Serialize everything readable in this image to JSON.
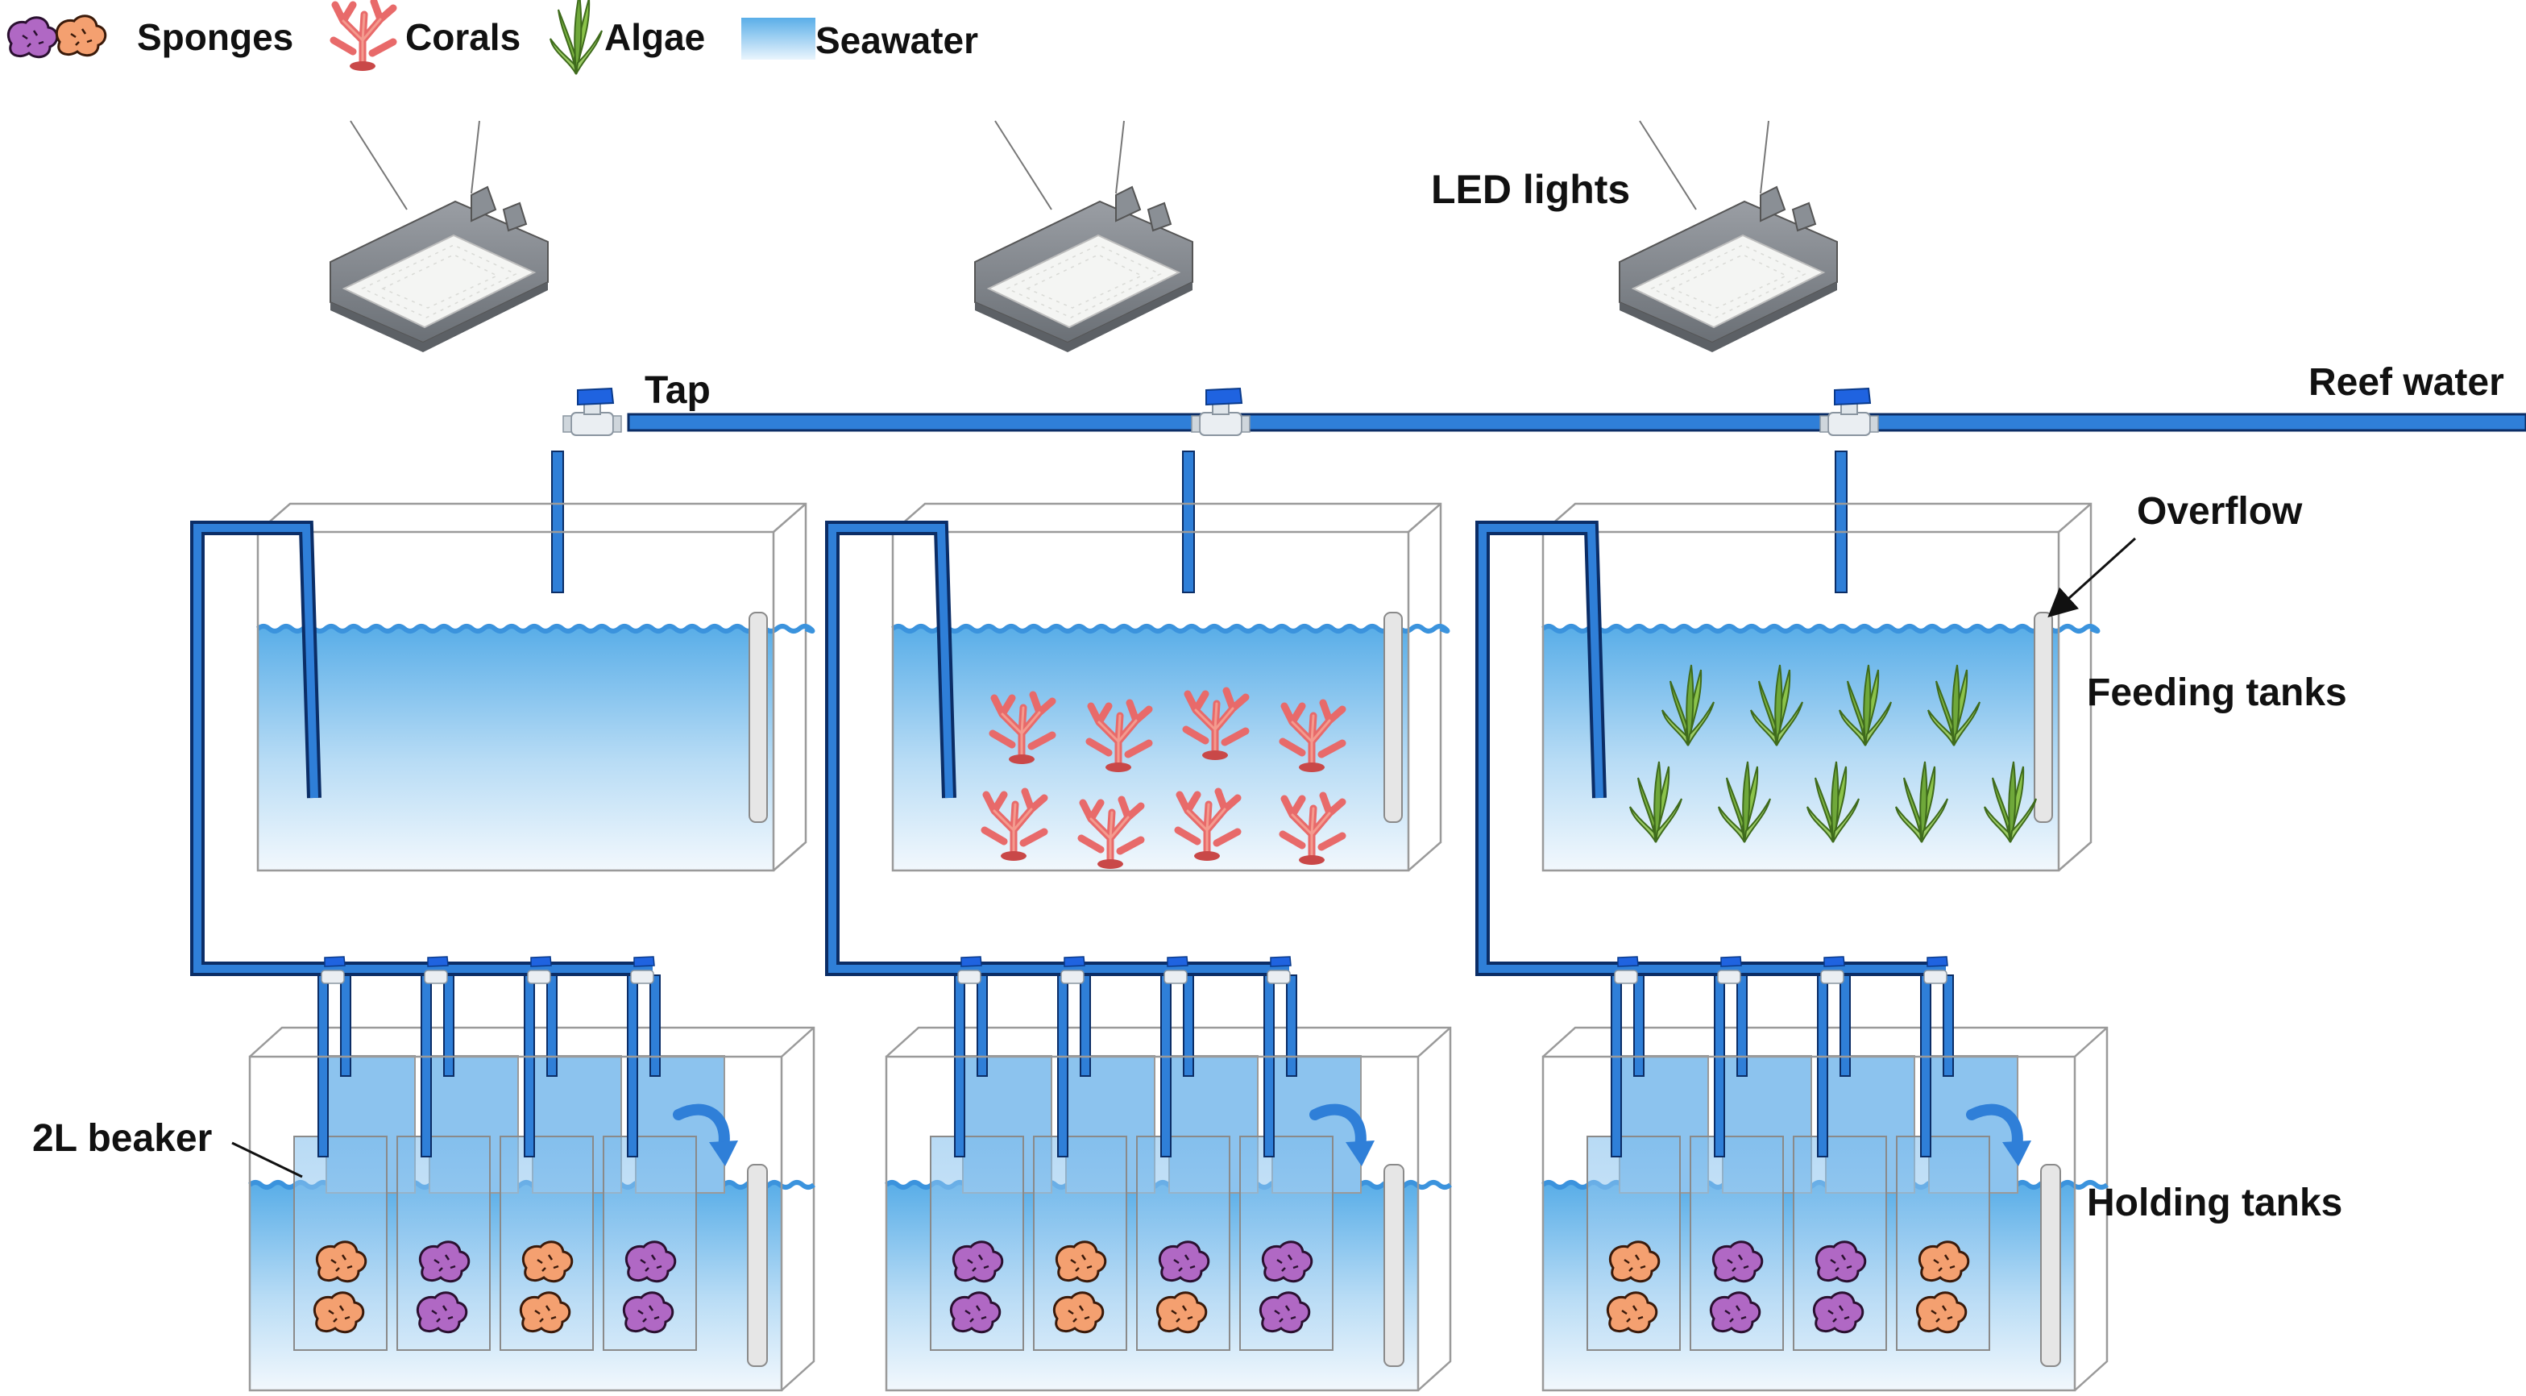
{
  "legend": {
    "sponges": "Sponges",
    "corals": "Corals",
    "algae": "Algae",
    "seawater": "Seawater"
  },
  "labels": {
    "led_lights": "LED lights",
    "tap": "Tap",
    "reef_water": "Reef water",
    "overflow": "Overflow",
    "feeding_tanks": "Feeding tanks",
    "beaker": "2L beaker",
    "holding_tanks": "Holding tanks"
  },
  "colors": {
    "water_top": "#5aaee8",
    "water_bottom": "#f2f8fd",
    "pipe": "#2f7fd8",
    "pipe_edge": "#0b2d66",
    "tap_blue": "#1f63e0",
    "sponge_purple": "#b068c4",
    "sponge_orange": "#f4a070",
    "coral": "#e86a6a",
    "algae": "#7cb342"
  },
  "tanks": [
    {
      "feeding_content": "empty",
      "sponges": [
        "orange",
        "orange",
        "purple",
        "purple",
        "orange",
        "orange",
        "purple",
        "purple"
      ]
    },
    {
      "feeding_content": "corals",
      "sponges": [
        "purple",
        "purple",
        "orange",
        "orange",
        "purple",
        "orange",
        "purple",
        "purple"
      ]
    },
    {
      "feeding_content": "algae",
      "sponges": [
        "orange",
        "orange",
        "purple",
        "purple",
        "purple",
        "purple",
        "orange",
        "orange"
      ]
    }
  ]
}
